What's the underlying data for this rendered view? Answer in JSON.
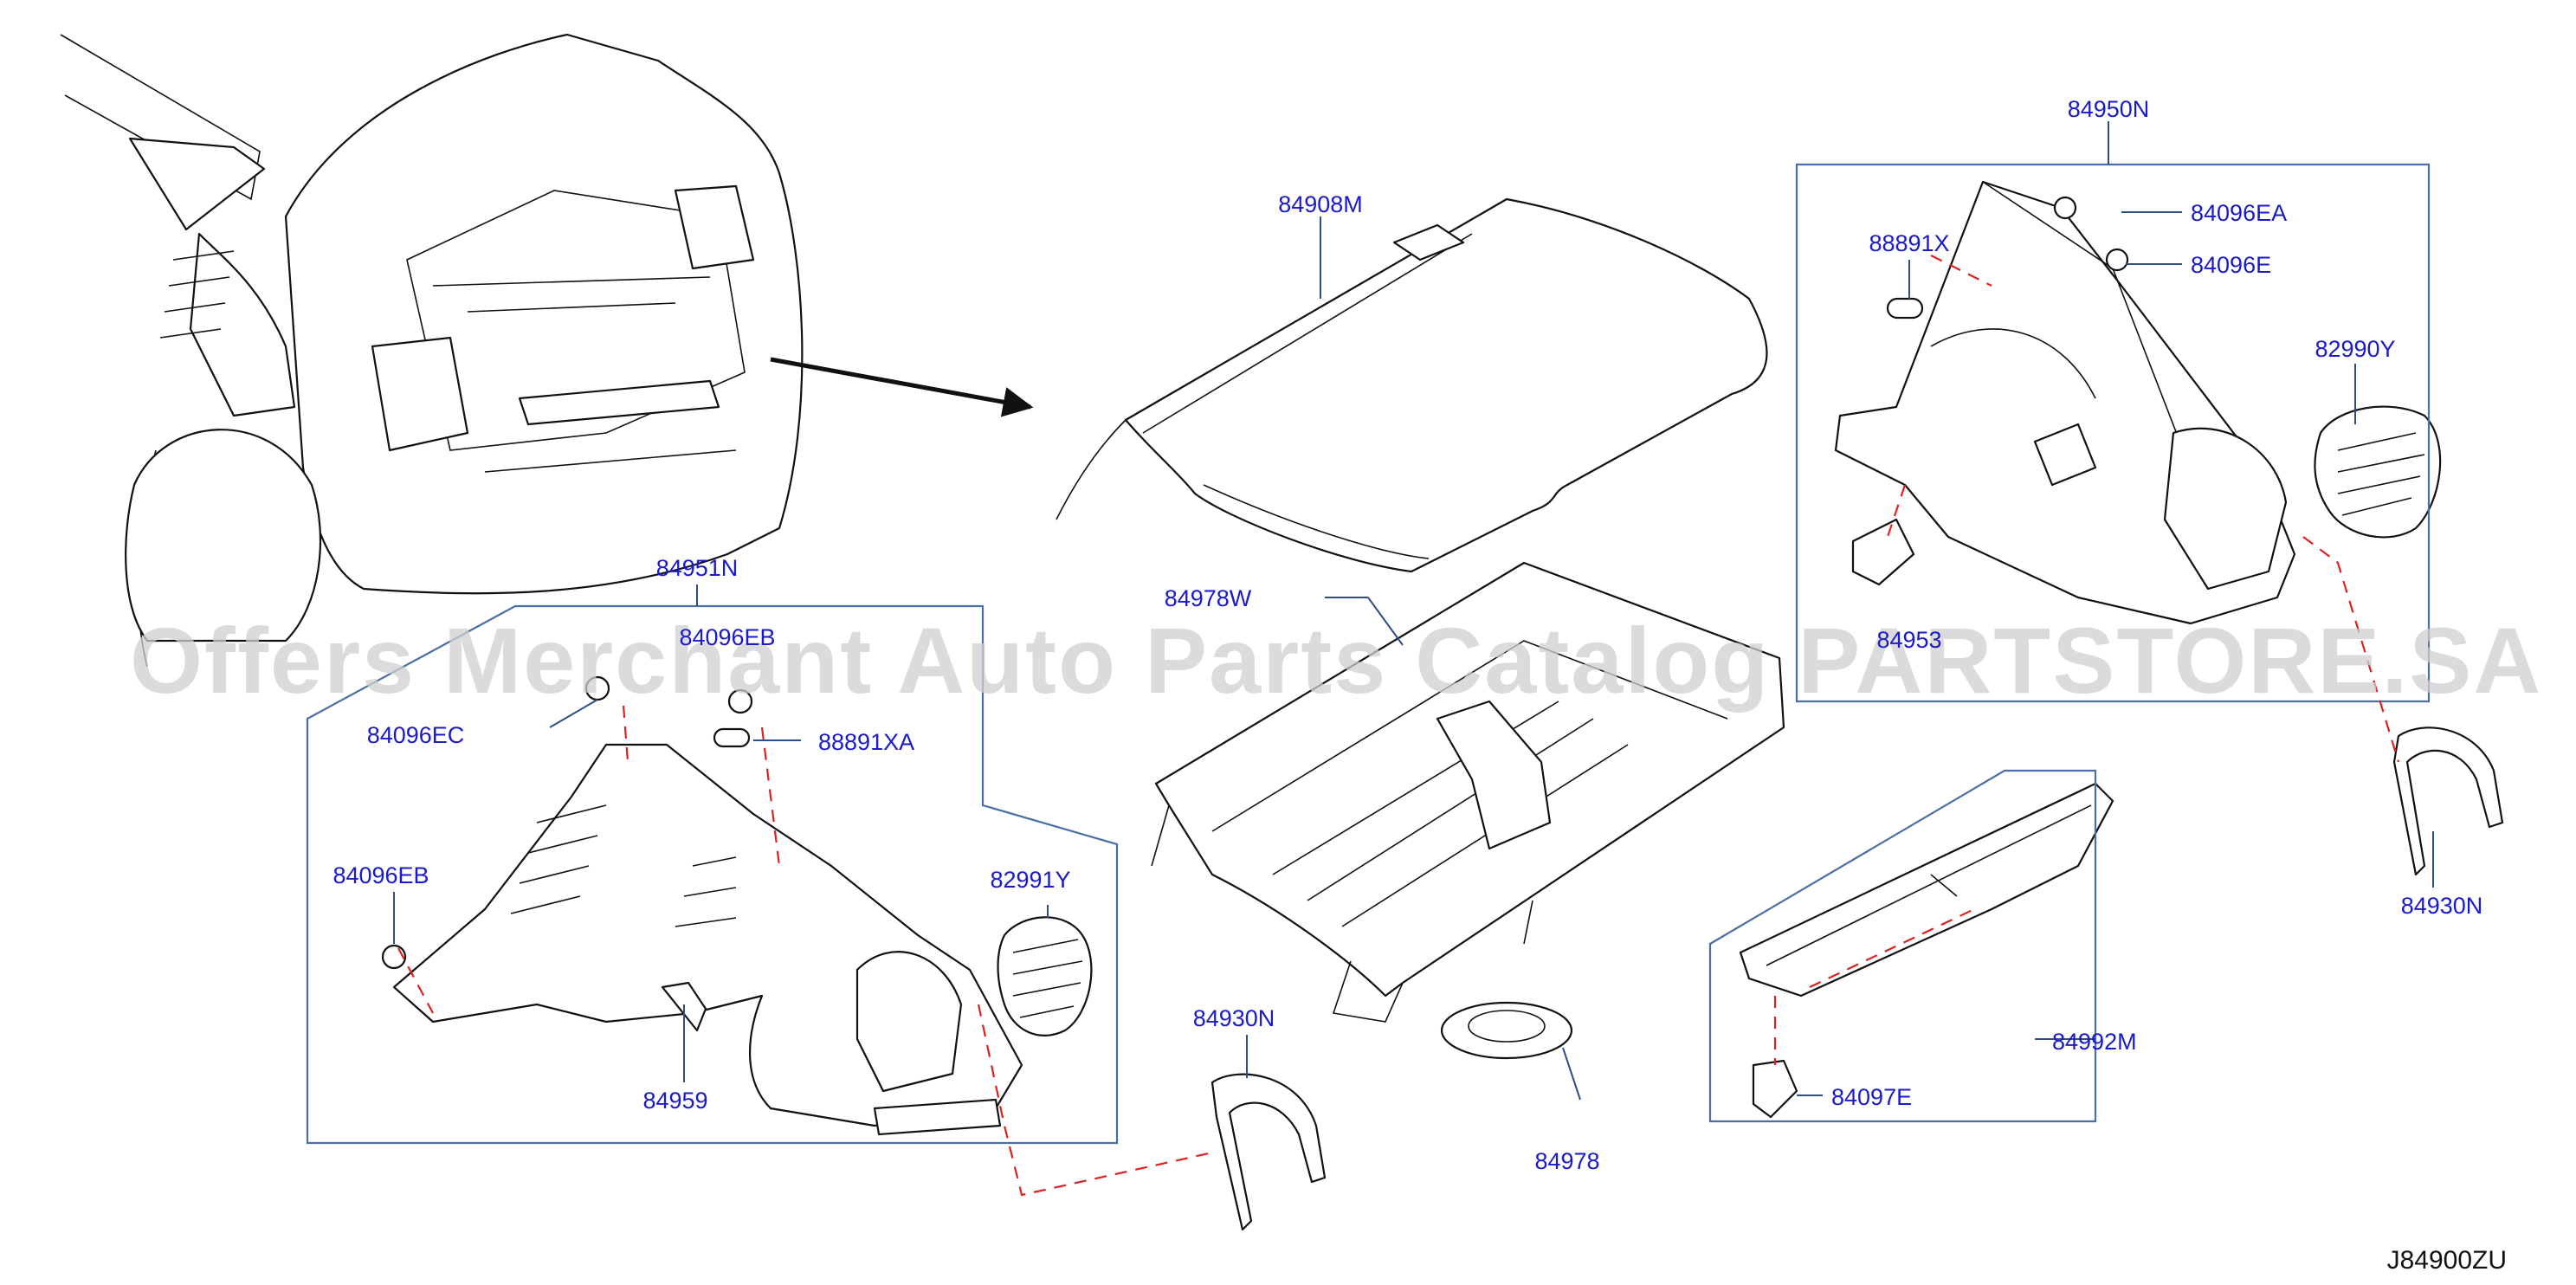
{
  "labels": {
    "p84950N": "84950N",
    "p84908M": "84908M",
    "p88891X": "88891X",
    "p84096EA": "84096EA",
    "p84096E": "84096E",
    "p82990Y": "82990Y",
    "p84953": "84953",
    "p84951N": "84951N",
    "p84096EB_top": "84096EB",
    "p84096EC": "84096EC",
    "p88891XA": "88891XA",
    "p84978W": "84978W",
    "p84096EB": "84096EB",
    "p82991Y": "82991Y",
    "p84959": "84959",
    "p84930N_center": "84930N",
    "p84978": "84978",
    "p84930N_right": "84930N",
    "p84992M": "84992M",
    "p84097E": "84097E"
  },
  "diagram_code": "J84900ZU",
  "watermark": "Offers Merchant Auto Parts Catalog PARTSTORE.SA",
  "colors": {
    "label_text": "#1a1acc",
    "group_box": "#4a6fa5",
    "assembly_path": "#e02020",
    "watermark": "#cfcfcf",
    "outline": "#111111"
  }
}
